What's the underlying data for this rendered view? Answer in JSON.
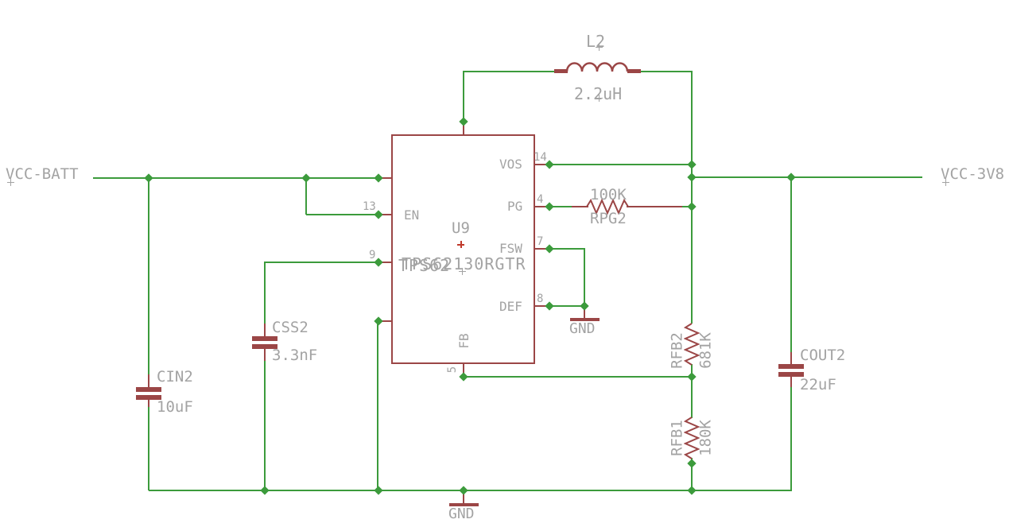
{
  "colors": {
    "wire": "#3c9b3c",
    "symbol": "#9b4646",
    "label": "#a3a3a3",
    "origin": "#c0392b",
    "background": "#ffffff"
  },
  "net_labels": {
    "vcc_batt": "VCC-BATT",
    "vcc_3v8": "VCC-3V8"
  },
  "ground": {
    "right_label": "GND",
    "bottom_label": "GND"
  },
  "ic": {
    "reference": "U9",
    "part_value": "TPS62130RGTR",
    "part_value_overlap": "TPS62",
    "pins": {
      "vos": {
        "name": "VOS",
        "number": "14"
      },
      "pg": {
        "name": "PG",
        "number": "4"
      },
      "fsw": {
        "name": "FSW",
        "number": "7"
      },
      "def": {
        "name": "DEF",
        "number": "8"
      },
      "en": {
        "name": "EN",
        "number": "13"
      },
      "pin9": {
        "number": "9"
      },
      "fb": {
        "name": "FB",
        "number": "5"
      }
    }
  },
  "components": {
    "l2": {
      "reference": "L2",
      "value": "2.2uH"
    },
    "rpg2": {
      "reference": "RPG2",
      "value": "100K"
    },
    "rfb2": {
      "reference": "RFB2",
      "value": "681K"
    },
    "rfb1": {
      "reference": "RFB1",
      "value": "180K"
    },
    "cin2": {
      "reference": "CIN2",
      "value": "10uF"
    },
    "css2": {
      "reference": "CSS2",
      "value": "3.3nF"
    },
    "cout2": {
      "reference": "COUT2",
      "value": "22uF"
    }
  }
}
